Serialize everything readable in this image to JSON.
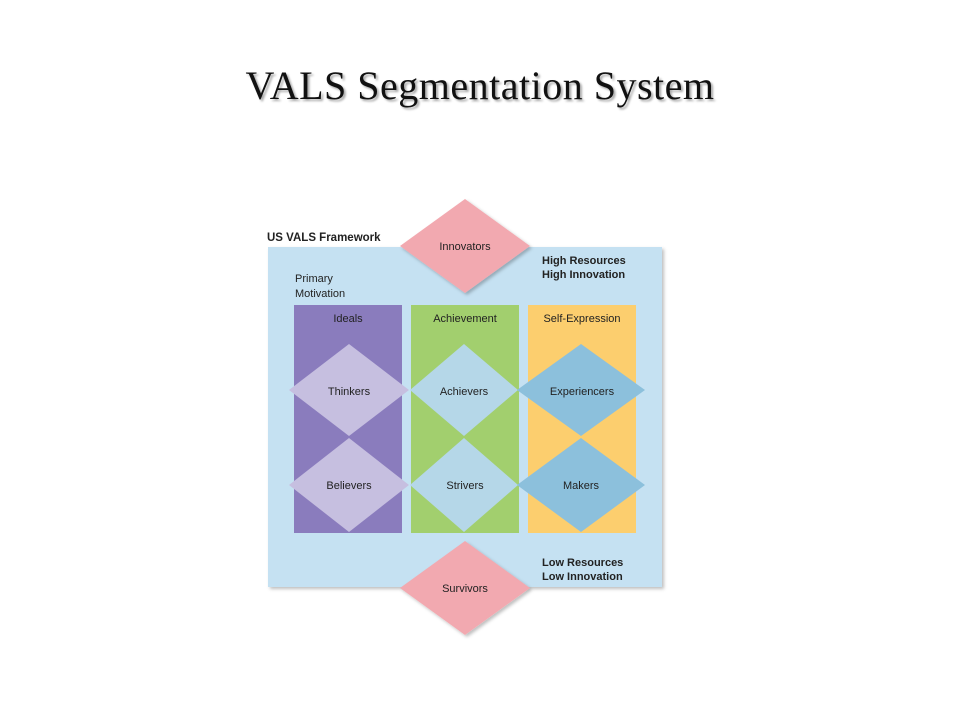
{
  "slide": {
    "title": "VALS Segmentation System"
  },
  "framework": {
    "title": "US VALS Framework",
    "primary_motivation_line1": "Primary",
    "primary_motivation_line2": "Motivation",
    "high_line1": "High Resources",
    "high_line2": "High Innovation",
    "low_line1": "Low Resources",
    "low_line2": "Low Innovation",
    "top_segment": "Innovators",
    "bottom_segment": "Survivors",
    "columns": [
      {
        "header": "Ideals",
        "upper": "Thinkers",
        "lower": "Believers"
      },
      {
        "header": "Achievement",
        "upper": "Achievers",
        "lower": "Strivers"
      },
      {
        "header": "Self-Expression",
        "upper": "Experiencers",
        "lower": "Makers"
      }
    ]
  },
  "colors": {
    "panel": "#c5e1f2",
    "ideals": "#8a7cbd",
    "ideals_diamond": "#c6bfe0",
    "achievement": "#a2cf6e",
    "achievement_diamond": "#b5d7e8",
    "self_expression": "#fcce6e",
    "self_expression_diamond": "#8cc0dc",
    "pink_diamond": "#f2a9b0"
  }
}
